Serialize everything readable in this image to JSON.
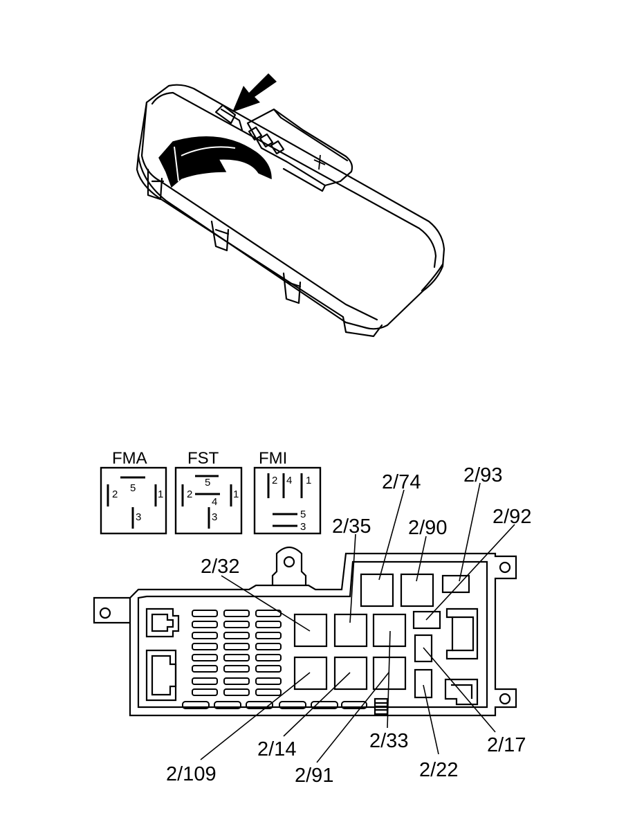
{
  "legend": {
    "relays": [
      {
        "name": "FMA",
        "pins": [
          "5",
          "2",
          "1",
          "3"
        ]
      },
      {
        "name": "FST",
        "pins": [
          "5",
          "2",
          "4",
          "1",
          "3"
        ]
      },
      {
        "name": "FMI",
        "pins": [
          "2",
          "4",
          "1",
          "5",
          "3"
        ]
      }
    ]
  },
  "callouts": {
    "c_2_74": "2/74",
    "c_2_93": "2/93",
    "c_2_92": "2/92",
    "c_2_35": "2/35",
    "c_2_90": "2/90",
    "c_2_32": "2/32",
    "c_2_109": "2/109",
    "c_2_14": "2/14",
    "c_2_91": "2/91",
    "c_2_33": "2/33",
    "c_2_22": "2/22",
    "c_2_17": "2/17"
  },
  "icons": [
    "push-arrow-icon",
    "rotate-arrow-icon",
    "battery-plus-icon"
  ]
}
